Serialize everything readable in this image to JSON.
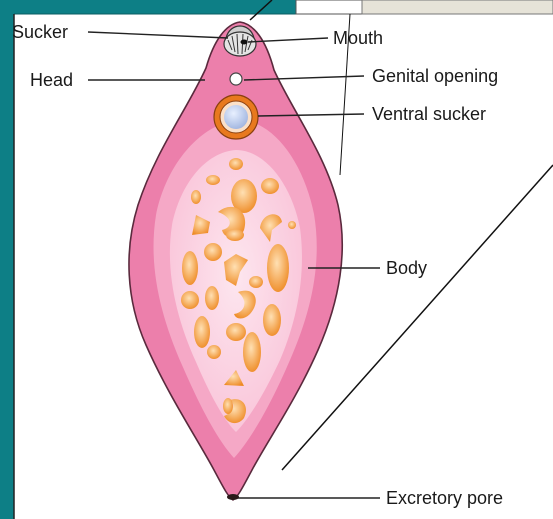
{
  "labels": {
    "sucker": "Sucker",
    "head": "Head",
    "mouth": "Mouth",
    "genital_opening": "Genital opening",
    "ventral_sucker": "Ventral sucker",
    "body": "Body",
    "excretory_pore": "Excretory pore"
  },
  "colors": {
    "frame": "#0d7f86",
    "body_outer": "#ec7fab",
    "body_mid": "#f5a8c6",
    "body_inner": "#fbd4e4",
    "organ": "#f29c3b",
    "organ_core": "#ffd29a",
    "ventral_ring": "#e8791e",
    "ventral_core": "#b8c8e8",
    "leader_line": "#222222"
  }
}
